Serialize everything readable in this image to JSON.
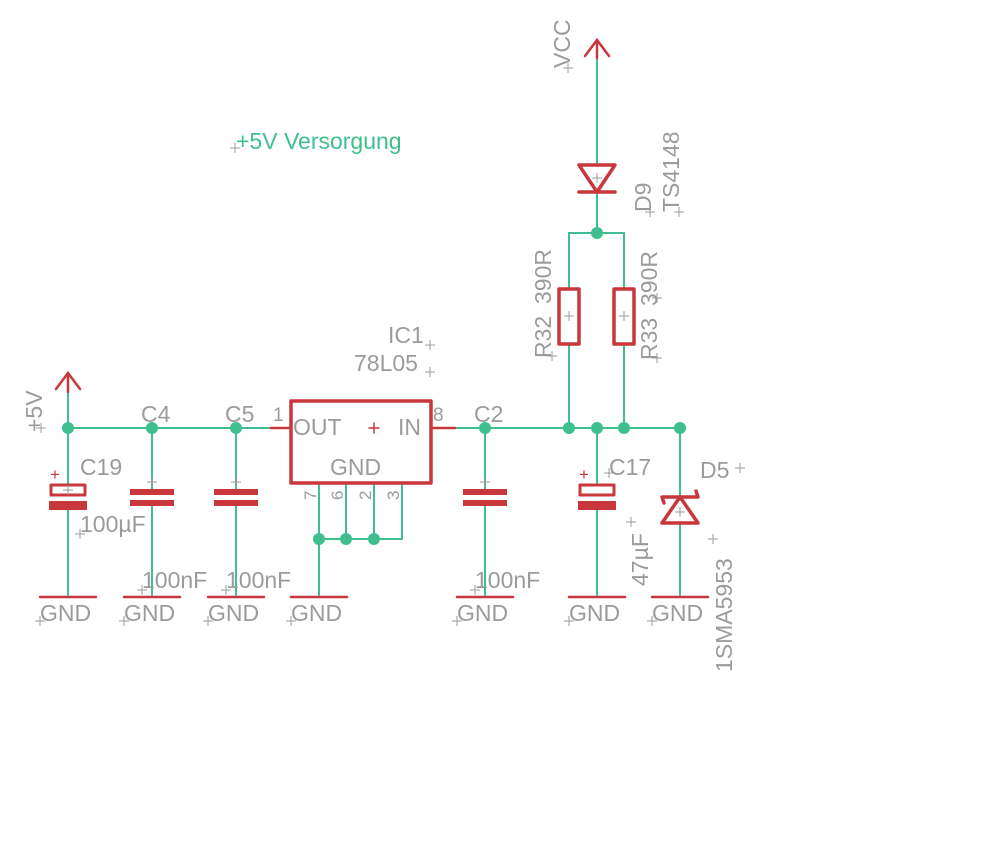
{
  "title": "+5V Versorgung",
  "supplies": {
    "vcc": "VCC",
    "p5v": "+5V"
  },
  "ic": {
    "name": "IC1",
    "value": "78L05",
    "pin_out_label": "OUT",
    "pin_in_label": "IN",
    "pin_gnd_label": "GND",
    "pin_out_num": "1",
    "pin_in_num": "8",
    "gnd_pins": [
      "7",
      "6",
      "2",
      "3"
    ]
  },
  "diode_d9": {
    "name": "D9",
    "value": "TS4148"
  },
  "diode_d5": {
    "name": "D5",
    "value": "1SMA5953"
  },
  "resistors": [
    {
      "name": "R32",
      "value": "390R"
    },
    {
      "name": "R33",
      "value": "390R"
    }
  ],
  "capacitors": {
    "c19": {
      "name": "C19",
      "value": "100µF"
    },
    "c4": {
      "name": "C4",
      "value": "100nF"
    },
    "c5": {
      "name": "C5",
      "value": "100nF"
    },
    "c2": {
      "name": "C2",
      "value": "100nF"
    },
    "c17": {
      "name": "C17",
      "value": "47µF"
    }
  },
  "gnd_label": "GND",
  "colors": {
    "wire": "#3fbf8f",
    "symbol": "#c8373b",
    "label": "#9b9b9b"
  }
}
